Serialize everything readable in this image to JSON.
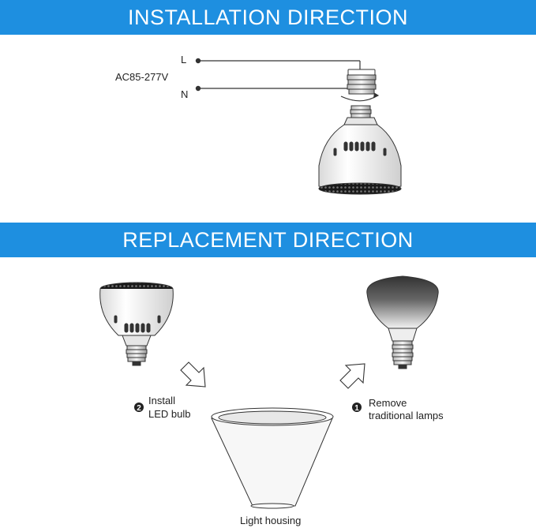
{
  "sections": {
    "installation": {
      "title": "INSTALLATION DIRECTION",
      "voltage": "AC85-277V",
      "line_label": "L",
      "neutral_label": "N"
    },
    "replacement": {
      "title": "REPLACEMENT DIRECTION",
      "step2_number": "2",
      "step2_line1": "Install",
      "step2_line2": "LED bulb",
      "step1_number": "1",
      "step1_line1": "Remove",
      "step1_line2": "traditional lamps",
      "housing_label": "Light housing"
    }
  },
  "colors": {
    "banner": "#1e8fe0",
    "banner_text": "#ffffff",
    "line_art": "#333333"
  }
}
